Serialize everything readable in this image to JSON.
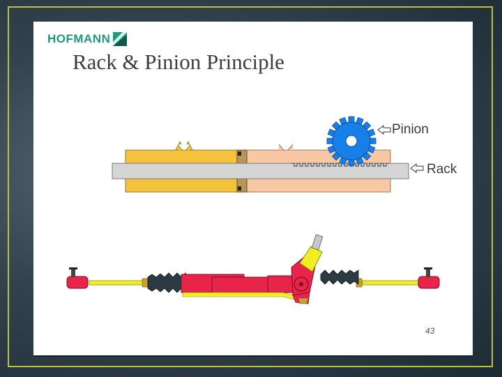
{
  "slide": {
    "logo_text": "HOFMANN",
    "title": "Rack & Pinion Principle",
    "labels": {
      "pinion": "Pinion",
      "rack": "Rack"
    },
    "page_number": "43"
  },
  "colors": {
    "frame_border": "#b8c23a",
    "logo_green": "#1f9a7b",
    "housing_yellow": "#f5c33b",
    "housing_peach": "#f7c8a3",
    "rack_gray": "#d5d5d5",
    "pinion_blue": "#1680e8",
    "steering_red": "#e8244a",
    "tie_rod_yellow": "#f2ee22"
  },
  "icons": {
    "pinion_arrow": "outline-left-arrow-icon",
    "rack_arrow": "outline-left-arrow-icon"
  }
}
